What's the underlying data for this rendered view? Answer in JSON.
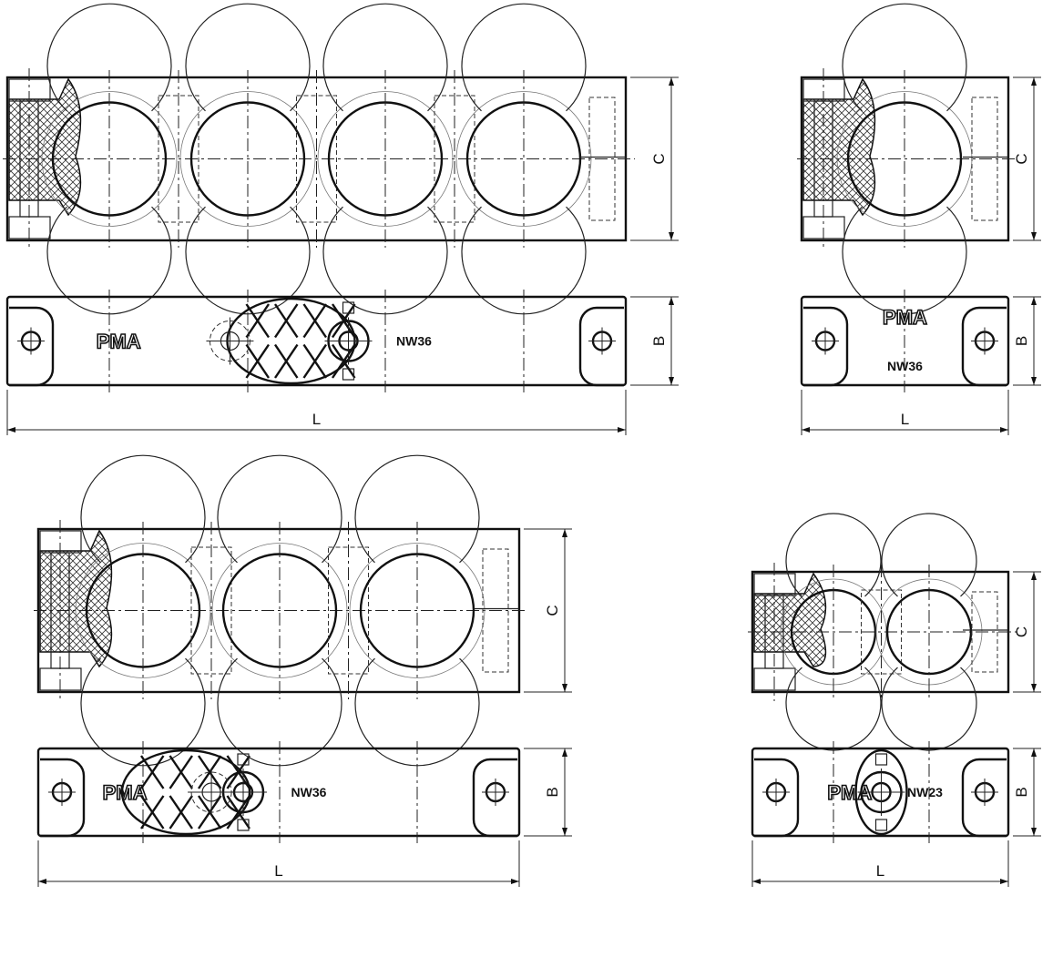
{
  "drawing": {
    "dimension_labels": {
      "height": "C",
      "width": "B",
      "length": "L"
    },
    "logo_text": "PMA",
    "views": [
      {
        "name": "clamp-4-bore",
        "bores": 4,
        "size_label": "NW36"
      },
      {
        "name": "clamp-1-bore",
        "bores": 1,
        "size_label": "NW36"
      },
      {
        "name": "clamp-3-bore",
        "bores": 3,
        "size_label": "NW36"
      },
      {
        "name": "clamp-2-bore",
        "bores": 2,
        "size_label": "NW23"
      }
    ]
  }
}
